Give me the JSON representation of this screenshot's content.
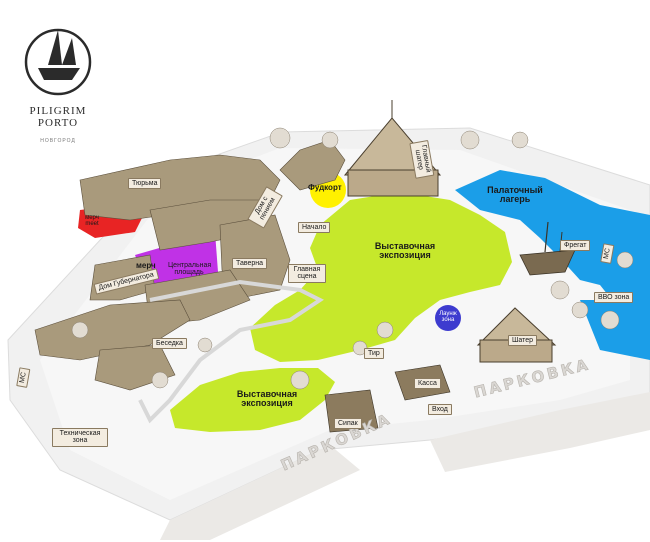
{
  "logo": {
    "line1": "PILIGRIM",
    "line2": "PORTO",
    "city": "НОВГОРОД"
  },
  "roads": {
    "left": "ПАРКОВКА",
    "right": "ПАРКОВКА"
  },
  "zones": {
    "expo_main": "Выставочная экспозиция",
    "expo_lower": "Выставочная экспозиция",
    "foodcourt": "Фудкорт",
    "tent_camp": "Палаточный лагерь",
    "lounge": "Лаунж зона",
    "mery": "мерч",
    "mery_small": "мерч meet"
  },
  "places": {
    "prison": "Тюрьма",
    "main_tent": "Главный шатер",
    "house_singing": "Дом с пением",
    "scene_start": "Начало",
    "main_stage": "Главная сцена",
    "tavern": "Таверна",
    "central_square": "Центральная площадь",
    "governor_house": "Дом Губернатора",
    "gazebo": "Беседка",
    "frigate": "Фрегат",
    "ms_right": "МС",
    "vvo_zone": "ВВО зона",
    "tent_right": "Шатер",
    "shooting": "Тир",
    "cashier": "Касса",
    "entrance": "Вход",
    "stage_small": "Сипак",
    "ms_left": "МС",
    "tech_zone": "Техническая зона"
  },
  "colors": {
    "ground": "#f0f0f0",
    "expo": "#c6e82b",
    "water": "#1b9ee8",
    "foodcourt": "#fff100",
    "merch_purple": "#c032e6",
    "merch_red": "#e82424",
    "lounge": "#3d3bcf",
    "building": "#a99a7c"
  }
}
